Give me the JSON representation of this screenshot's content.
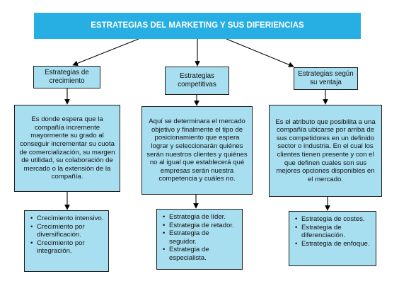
{
  "title": "ESTRATEGIAS DEL MARKETING Y SUS DIFERIENCIAS",
  "columns": [
    {
      "heading": "Estrategias de crecimiento",
      "description": "Es donde espera que la compañía incremente mayormente su grado al conseguir incrementar su cuota de comercialización, su margen de utilidad, su colaboración de mercado o la extensión de la compañía.",
      "items": [
        "Crecimiento intensivo.",
        "Crecimiento por diversificación.",
        "Crecimiento por integración."
      ]
    },
    {
      "heading": "Estrategias competitivas",
      "description": "Aquí se determinara el mercado objetivo y finalmente el tipo de posicionamiento que espera lograr y seleccionarán quiénes serán nuestros clientes y quiénes no al igual que establecerá qué empresas serán nuestra competencia y cuáles no.",
      "items": [
        "Estrategia de líder.",
        "Estrategia de retador.",
        "Estrategia de seguidor.",
        "Estrategia de especialista."
      ]
    },
    {
      "heading": "Estrategias según su ventaja",
      "description": "Es el atributo que posibilita a una compañía ubicarse por arriba de sus competidores en un definido sector o industria. En el cual los clientes tienen presente y con el que definen cuales son sus mejores opciones disponibles en el mercado.",
      "items": [
        "Estrategia de costes.",
        "Estrategia de diferenciación.",
        "Estrategia de enfoque."
      ]
    }
  ]
}
